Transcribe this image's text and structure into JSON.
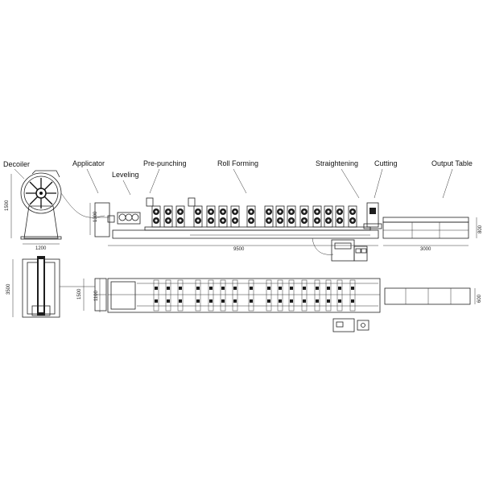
{
  "labels": {
    "decoiler": "Decoiler",
    "applicator": "Applicator",
    "leveling": "Leveling",
    "pre_punching": "Pre-punching",
    "roll_forming": "Roll Forming",
    "straightening": "Straightening",
    "cutting": "Cutting",
    "output_table": "Output Table"
  },
  "dimensions": {
    "decoiler_height": "1500",
    "decoiler_width": "1200",
    "applicator_height": "1300",
    "line_length": "9500",
    "table_length": "3000",
    "table_height": "800",
    "decoiler_plan_width": "3500",
    "applicator_plan_width": "1500",
    "line_plan_width": "1100",
    "table_plan_width": "600"
  },
  "colors": {
    "line": "#222222",
    "fill_dark": "#1d1d1d",
    "background": "#ffffff"
  }
}
